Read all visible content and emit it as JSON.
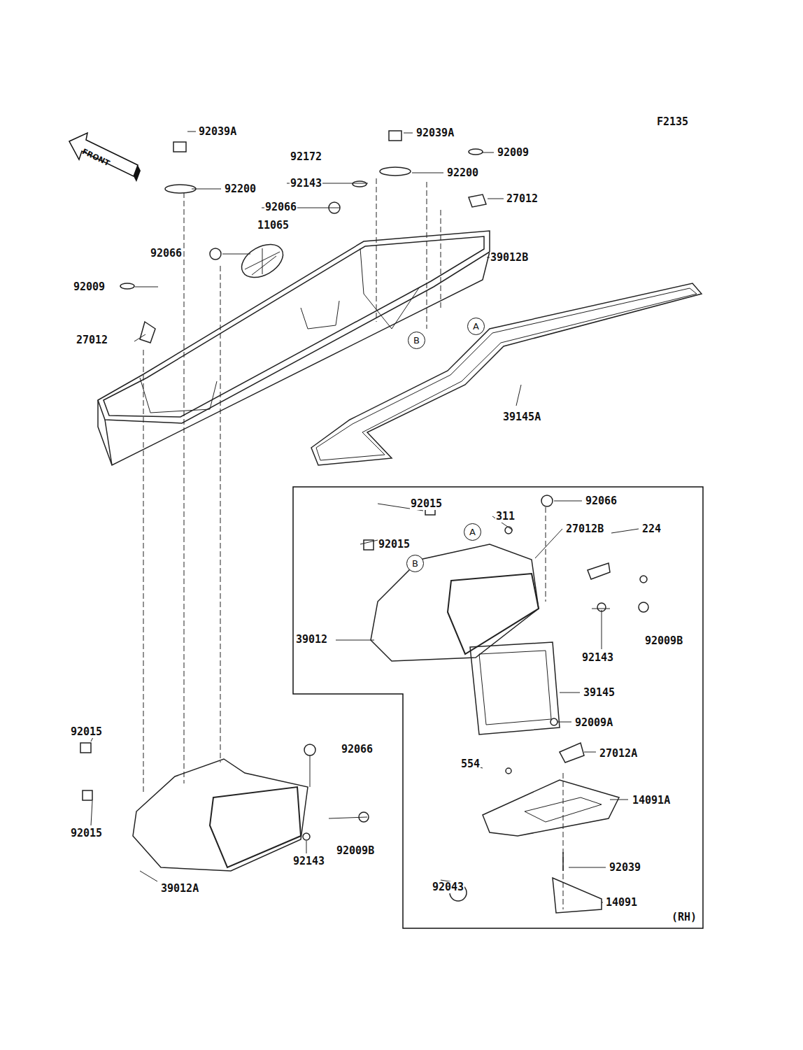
{
  "diagram": {
    "nodes": [
      {
        "text": [
          "FRONT"
        ]
      },
      {
        "text": [
          "A"
        ]
      },
      {
        "text": [
          "B"
        ]
      },
      {
        "text": [
          "(RH)"
        ]
      },
      {
        "text": [
          "A"
        ],
        "in": 3
      },
      {
        "text": [
          "B"
        ],
        "in": 3
      }
    ],
    "labels": [
      "F2135",
      "92039A",
      "92039A",
      "92172",
      "92009",
      "92200",
      "92143",
      "92200",
      "27012",
      "92066",
      "11065",
      "92066",
      "39012B",
      "92009",
      "27012",
      "39145A",
      "92015",
      "92066",
      "311",
      "27012B",
      "224",
      "92015",
      "39012",
      "92143",
      "92009B",
      "39145",
      "92009A",
      "27012A",
      "92015",
      "92066",
      "554",
      "14091A",
      "92015",
      "92143",
      "92009B",
      "92039",
      "92043",
      "39012A",
      "14091"
    ]
  }
}
